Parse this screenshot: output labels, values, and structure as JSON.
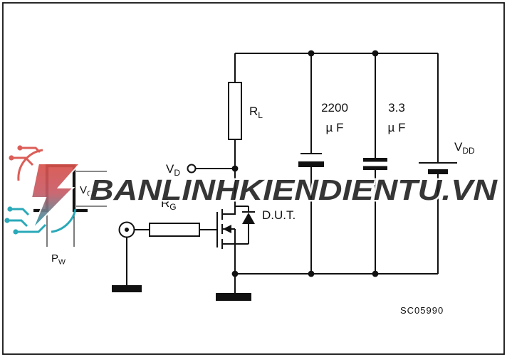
{
  "watermark": {
    "text": "BANLINHKIENDIENTU.VN",
    "accent_color": "#17A2B2",
    "logo_red": "#D95049",
    "logo_teal": "#17A2B2"
  },
  "schematic": {
    "pulse": {
      "amplitude_label": "V",
      "amplitude_sub": "GS",
      "width_label": "P",
      "width_sub": "W"
    },
    "drain_terminal": {
      "label": "V",
      "sub": "D"
    },
    "gate_resistor": {
      "label": "R",
      "sub": "G"
    },
    "load_resistor": {
      "label": "R",
      "sub": "L"
    },
    "dut_label": "D.U.T.",
    "cap_bulk": {
      "value": "2200",
      "unit": "µ F"
    },
    "cap_bypass": {
      "value": "3.3",
      "unit": "µ F"
    },
    "supply": {
      "label": "V",
      "sub": "DD"
    },
    "figure_code": "SC05990"
  }
}
